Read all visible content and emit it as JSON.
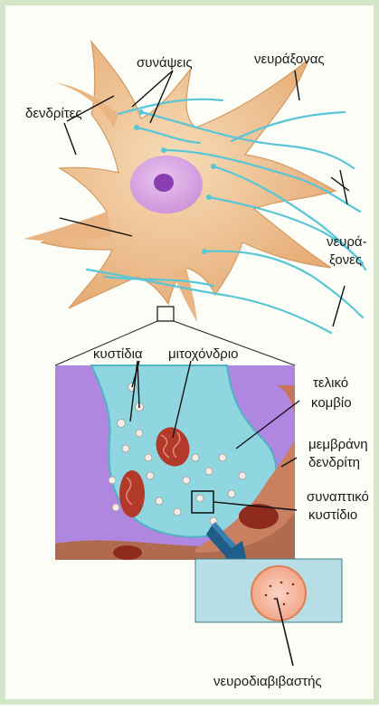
{
  "labels": {
    "synapses": "συνάψεις",
    "axon_top": "νευράξονας",
    "dendrites": "δενδρίτες",
    "axons_line1": "νευρά-",
    "axons_line2": "ξονες",
    "vesicles": "κυστίδια",
    "mitochondria": "μιτοχόνδριο",
    "terminal_line1": "τελικό",
    "terminal_line2": "κομβίο",
    "membrane_line1": "μεμβράνη",
    "membrane_line2": "δενδρίτη",
    "synaptic_line1": "συναπτικό",
    "synaptic_line2": "κυστίδιο",
    "neurotransmitter": "νευροδιαβιβαστής"
  },
  "colors": {
    "cell_body": "#f0c89a",
    "cell_outline": "#d9a16c",
    "nucleus": "#d9a5e0",
    "nucleolus": "#8a3fb0",
    "axon_fibers": "#58c6d6",
    "synapse_bg": "#b892e6",
    "terminal": "#8fd6e0",
    "mitochondria": "#b23a2a",
    "vesicle": "#f2ede6",
    "dendrite_membrane": "#b06a4e",
    "pointer_lines": "#111111",
    "frame": "#d4e6c8"
  }
}
